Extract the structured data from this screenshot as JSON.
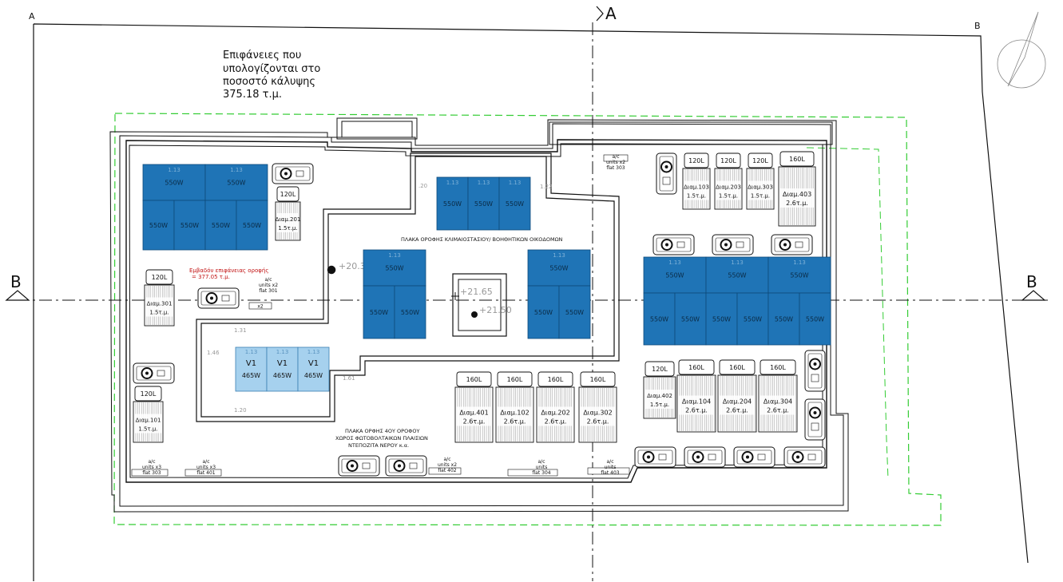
{
  "title_lines": [
    "Επιφάνειες που",
    "υπολογίζονται στο",
    "ποσοστό κάλυψης",
    "375.18 τ.μ."
  ],
  "corners": {
    "a": "A",
    "b": "B"
  },
  "section_labels": {
    "a": "A",
    "b": "B"
  },
  "roof_area": {
    "line1": "Εμβαδόν επιφάνειας οροφής",
    "line2": "= 377.05 τ.μ."
  },
  "captions": {
    "upper_roof": "ΠΛΑΚΑ ΟΡΟΦΗΣ ΚΛΙΜΑΙΟΣΤΑΣΙΟΥ/ ΒΟΗΘΗΤΙΚΩΝ ΟΙΚΟΔΟΜΩΝ",
    "lower_roof": [
      "ΠΛΑΚΑ ΟΡΦΗΣ 4ΟΥ ΟΡΟΦΟΥ",
      "ΧΩΡΟΣ ΦΩΤΟΒΟΛΤΑΙΚΩΝ ΠΛΑΙΣΙΩΝ",
      "ΝΤΕΠΟΖΙΤΑ ΝΕΡΟΥ κ.α."
    ]
  },
  "levels": [
    "+20.35",
    "+21.65",
    "+21.50"
  ],
  "dims": [
    ".20",
    "1.22",
    "1.31",
    "1.46",
    "1.20",
    "1.61"
  ],
  "panel_small": "1.13",
  "colors": {
    "panel": "#1f74b6",
    "panel_light": "#a6d1ee",
    "setback": "#33cc33",
    "line": "#111111"
  },
  "panels": {
    "w550": "550W",
    "w465": "465W",
    "v1": "V1"
  },
  "heaters": [
    {
      "cap": "120L",
      "name": "Διαμ.201",
      "area": "1.5τ.μ."
    },
    {
      "cap": "120L",
      "name": "Διαμ.301",
      "area": "1.5τ.μ."
    },
    {
      "cap": "120L",
      "name": "Διαμ.101",
      "area": "1.5τ.μ."
    },
    {
      "cap": "120L",
      "name": "Διαμ.103",
      "area": "1.5τ.μ."
    },
    {
      "cap": "120L",
      "name": "Διαμ.203",
      "area": "1.5τ.μ."
    },
    {
      "cap": "120L",
      "name": "Διαμ.303",
      "area": "1.5τ.μ."
    },
    {
      "cap": "160L",
      "name": "Διαμ.403",
      "area": "2.6τ.μ."
    },
    {
      "cap": "160L",
      "name": "Διαμ.401",
      "area": "2.6τ.μ."
    },
    {
      "cap": "160L",
      "name": "Διαμ.102",
      "area": "2.6τ.μ."
    },
    {
      "cap": "160L",
      "name": "Διαμ.202",
      "area": "2.6τ.μ."
    },
    {
      "cap": "160L",
      "name": "Διαμ.302",
      "area": "2.6τ.μ."
    },
    {
      "cap": "120L",
      "name": "Διαμ.402",
      "area": "1.5τ.μ."
    },
    {
      "cap": "160L",
      "name": "Διαμ.104",
      "area": "2.6τ.μ."
    },
    {
      "cap": "160L",
      "name": "Διαμ.204",
      "area": "2.6τ.μ."
    },
    {
      "cap": "160L",
      "name": "Διαμ.304",
      "area": "2.6τ.μ."
    }
  ],
  "ac_units": [
    {
      "l1": "a/c",
      "l2": "units x2",
      "l3": "flat 303"
    },
    {
      "l1": "a/c",
      "l2": "units x2",
      "l3": "flat 301",
      "badge": "x2"
    },
    {
      "l1": "a/c",
      "l2": "units x3",
      "l3": "flat 303"
    },
    {
      "l1": "a/c",
      "l2": "units x3",
      "l3": "flat 401"
    },
    {
      "l1": "a/c",
      "l2": "units x2",
      "l3": "flat 402"
    },
    {
      "l1": "a/c",
      "l2": "units",
      "l3": "flat 304"
    },
    {
      "l1": "a/c",
      "l2": "units",
      "l3": "flat 403"
    }
  ]
}
